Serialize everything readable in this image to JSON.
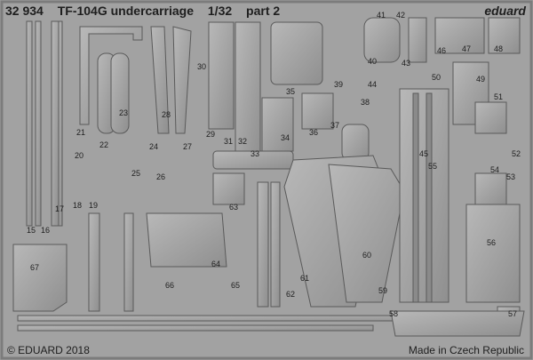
{
  "header": {
    "sheet_number": "32 934",
    "title": "TF-104G undercarriage",
    "scale": "1/32",
    "part": "part 2",
    "brand": "eduard"
  },
  "footer": {
    "copyright": "© EDUARD 2018",
    "origin": "Made in Czech Republic"
  },
  "part_numbers": [
    "15",
    "16",
    "17",
    "18",
    "19",
    "20",
    "21",
    "22",
    "23",
    "24",
    "25",
    "26",
    "27",
    "28",
    "29",
    "30",
    "31",
    "32",
    "33",
    "34",
    "35",
    "36",
    "37",
    "38",
    "39",
    "40",
    "41",
    "42",
    "43",
    "44",
    "45",
    "46",
    "47",
    "48",
    "49",
    "50",
    "51",
    "52",
    "53",
    "54",
    "55",
    "56",
    "57",
    "58",
    "59",
    "60",
    "61",
    "62",
    "63",
    "64",
    "65",
    "66",
    "67"
  ]
}
